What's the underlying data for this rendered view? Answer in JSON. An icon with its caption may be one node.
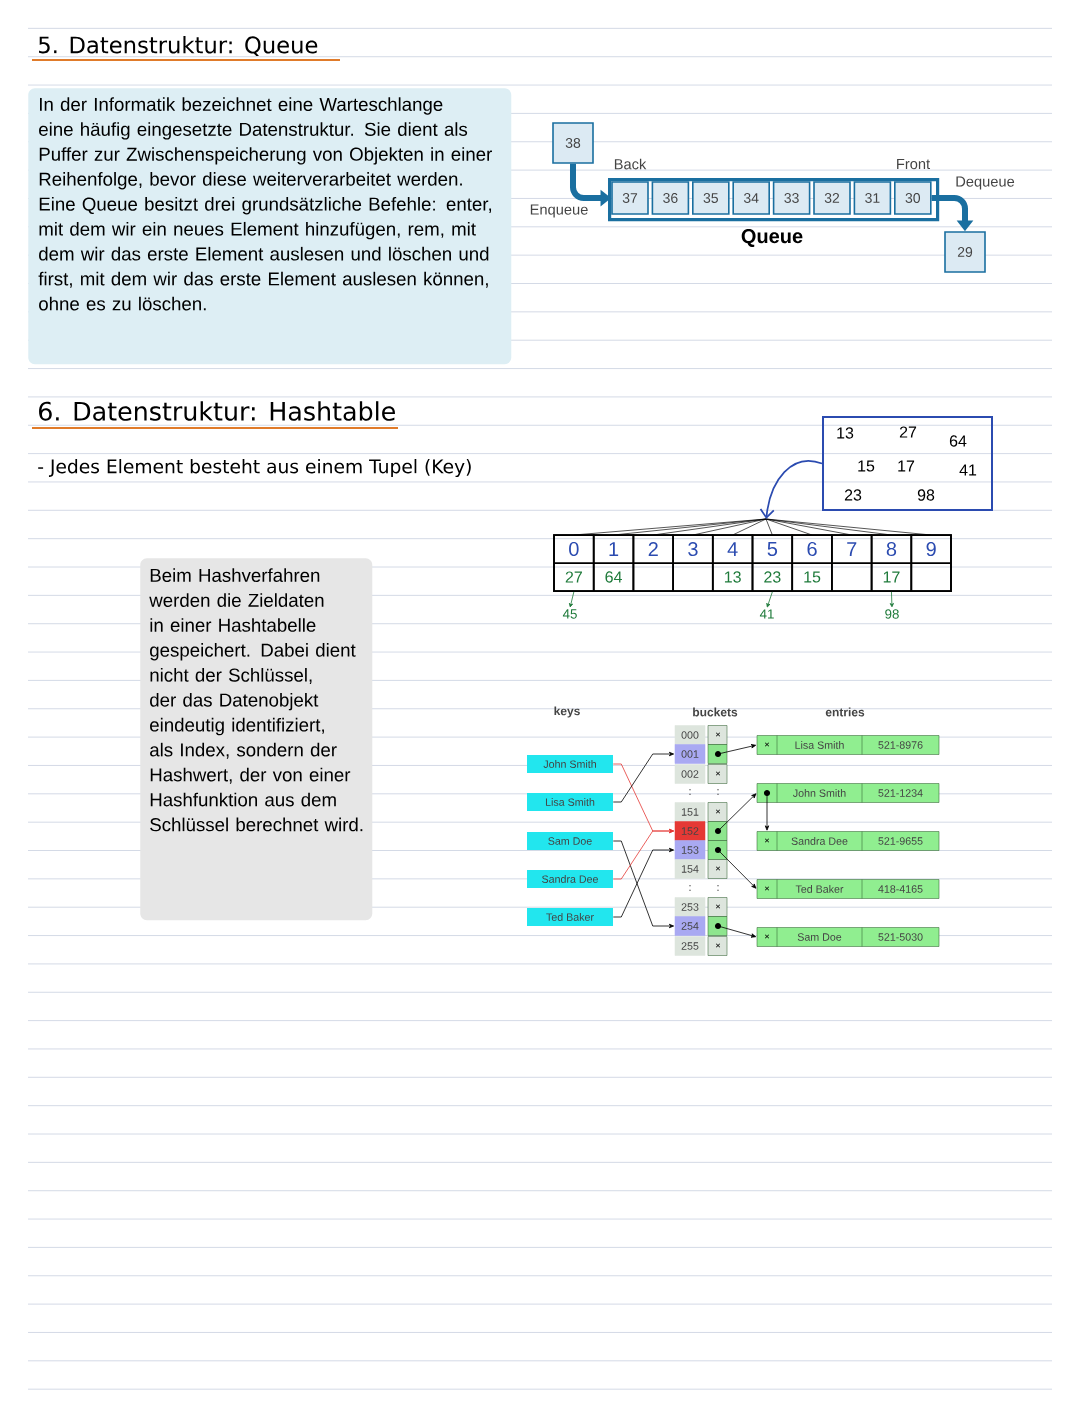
{
  "diagram": {
    "nodes": [
      {
        "text": [
          "In der Informatik bezeichnet eine Warteschlange eine häufig eingesetzte Datenstruktur. Sie dient als Puffer zur Zwischenspeicherung von Objekten in einer Reihenfolge, bevor diese weiterverarbeitet werden.",
          "Eine Queue besitzt drei grundsätzliche Befehle: enter, mit dem wir ein neues Element hinzufügen, rem, mit dem wir das erste Element auslesen und löschen und first, mit dem wir das erste Element auslesen können, ohne es zu löschen."
        ]
      },
      {
        "text": [
          "38"
        ]
      },
      {
        "text": [
          "Back",
          "Front",
          "Queue"
        ]
      },
      {
        "text": [
          "37"
        ],
        "in": 2
      },
      {
        "text": [
          "36"
        ],
        "in": 2
      },
      {
        "text": [
          "35"
        ],
        "in": 2
      },
      {
        "text": [
          "34"
        ],
        "in": 2
      },
      {
        "text": [
          "33"
        ],
        "in": 2
      },
      {
        "text": [
          "32"
        ],
        "in": 2
      },
      {
        "text": [
          "31"
        ],
        "in": 2
      },
      {
        "text": [
          "30"
        ],
        "in": 2
      },
      {
        "text": [
          "29"
        ]
      },
      {
        "text": [
          "13",
          "27",
          "64",
          "15",
          "17",
          "41",
          "23",
          "98"
        ]
      },
      {
        "text": [],
        "shape": "box"
      },
      {
        "text": [
          "0",
          "27"
        ],
        "in": 13
      },
      {
        "text": [
          "1",
          "64"
        ],
        "in": 13
      },
      {
        "text": [
          "2"
        ],
        "in": 13
      },
      {
        "text": [
          "3"
        ],
        "in": 13
      },
      {
        "text": [
          "4",
          "13"
        ],
        "in": 13
      },
      {
        "text": [
          "5",
          "23"
        ],
        "in": 13
      },
      {
        "text": [
          "6",
          "15"
        ],
        "in": 13
      },
      {
        "text": [
          "7"
        ],
        "in": 13
      },
      {
        "text": [
          "8",
          "17"
        ],
        "in": 13
      },
      {
        "text": [
          "9"
        ],
        "in": 13
      },
      {
        "text": [
          "45"
        ]
      },
      {
        "text": [
          "41"
        ]
      },
      {
        "text": [
          "98"
        ]
      },
      {
        "text": [
          "Beim Hashverfahren werden die Zieldaten in einer Hashtabelle gespeichert. Dabei dient nicht der Schlüssel, der das Datenobjekt eindeutig identifiziert, als Index, sondern der Hashwert, der von einer Hashfunktion aus dem Schlüssel berechnet wird."
        ]
      },
      {
        "text": [
          "John Smith"
        ]
      },
      {
        "text": [
          "Lisa Smith"
        ]
      },
      {
        "text": [
          "Sam Doe"
        ]
      },
      {
        "text": [
          "Sandra Dee"
        ]
      },
      {
        "text": [
          "Ted Baker"
        ]
      },
      {
        "text": [
          "000",
          "×"
        ]
      },
      {
        "text": [
          "001"
        ]
      },
      {
        "text": [
          "002",
          "×"
        ]
      },
      {
        "text": [
          "151",
          "×"
        ]
      },
      {
        "text": [
          "152"
        ]
      },
      {
        "text": [
          "153"
        ]
      },
      {
        "text": [
          "154",
          "×"
        ]
      },
      {
        "text": [
          "253",
          "×"
        ]
      },
      {
        "text": [
          "254"
        ]
      },
      {
        "text": [
          "255",
          "×"
        ]
      },
      {
        "text": [
          "×",
          "Lisa Smith",
          "521-8976"
        ]
      },
      {
        "text": [
          "John Smith",
          "521-1234"
        ]
      },
      {
        "text": [
          "×",
          "Sandra Dee",
          "521-9655"
        ]
      },
      {
        "text": [
          "×",
          "Ted Baker",
          "418-4165"
        ]
      },
      {
        "text": [
          "×",
          "Sam Doe",
          "521-5030"
        ]
      }
    ],
    "edges": [
      {
        "from": 1,
        "to": 3,
        "arrow": "to",
        "label": "Enqueue",
        "style": "thick",
        "color": "#1a6fa0"
      },
      {
        "from": 10,
        "to": 11,
        "arrow": "to",
        "label": "Dequeue",
        "style": "thick",
        "color": "#1a6fa0"
      },
      {
        "from": 12,
        "to": 13,
        "arrow": "to",
        "color": "#2b4bb0"
      },
      {
        "from": 14,
        "to": 24,
        "arrow": "to",
        "color": "#1e7a3a"
      },
      {
        "from": 19,
        "to": 25,
        "arrow": "to",
        "color": "#1e7a3a"
      },
      {
        "from": 22,
        "to": 26,
        "arrow": "to",
        "color": "#1e7a3a"
      },
      {
        "from": 28,
        "to": 37,
        "arrow": "to",
        "color": "#e53935"
      },
      {
        "from": 29,
        "to": 34,
        "arrow": "to"
      },
      {
        "from": 30,
        "to": 41,
        "arrow": "to"
      },
      {
        "from": 31,
        "to": 37,
        "arrow": "to",
        "color": "#e53935"
      },
      {
        "from": 32,
        "to": 38,
        "arrow": "to"
      },
      {
        "from": 34,
        "to": 43,
        "arrow": "to"
      },
      {
        "from": 37,
        "to": 44,
        "arrow": "to"
      },
      {
        "from": 44,
        "to": 45,
        "arrow": "to"
      },
      {
        "from": 38,
        "to": 46,
        "arrow": "to"
      },
      {
        "from": 41,
        "to": 47,
        "arrow": "to"
      }
    ],
    "labels": [
      "5. Datenstruktur: Queue",
      "6. Datenstruktur: Hashtable",
      "- Jedes Element besteht aus einem Tupel (Key)",
      "keys",
      "buckets",
      "entries",
      ":",
      ":",
      ":",
      ":"
    ]
  }
}
